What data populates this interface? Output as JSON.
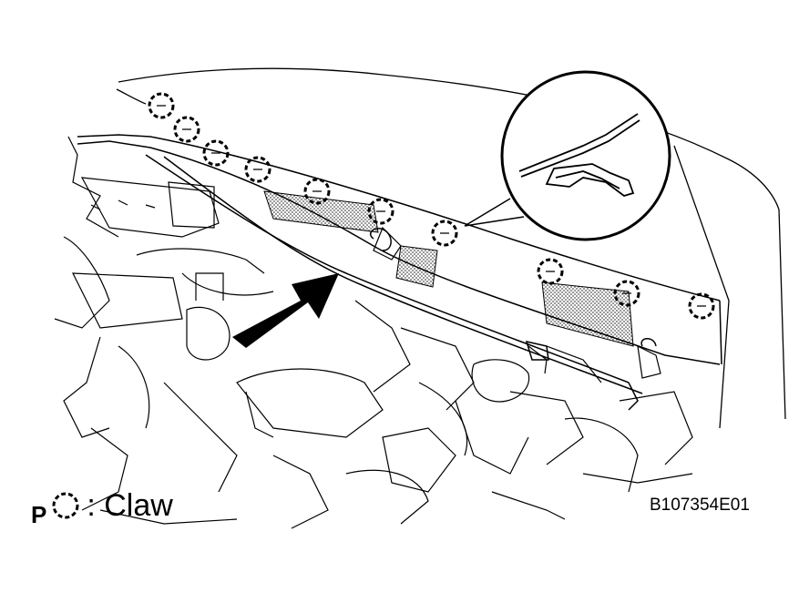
{
  "diagram": {
    "legend": {
      "label_letter": "P",
      "description": "Claw",
      "separator": ":"
    },
    "figure_id": "B107354E01",
    "colors": {
      "line": "#000000",
      "background": "#ffffff",
      "shading": "#9a9a9a"
    },
    "icons": {
      "claw_marker": "dashed-circle-icon",
      "direction": "arrow-icon",
      "detail": "magnifier-callout-icon"
    },
    "claw_count": 10
  }
}
